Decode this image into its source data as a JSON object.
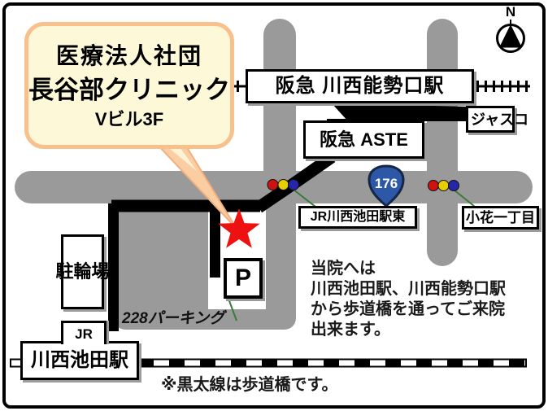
{
  "callout": {
    "line1": "医療法人社団",
    "line2": "長谷部クリニック",
    "line3": "Vビル3F"
  },
  "compass": {
    "label": "N"
  },
  "stations": {
    "hankyu": "阪急 川西能勢口駅",
    "aste": "阪急 ASTE",
    "jusco": "ジャスコ",
    "jr_prefix": "JR",
    "jr_name": "川西池田駅"
  },
  "intersections": {
    "jr_east": "JR川西池田駅東",
    "obana": "小花一丁目"
  },
  "facilities": {
    "bicycle_parking": "駐輪場",
    "parking_sign": "P",
    "parking_name": "228パーキング"
  },
  "route_badge": {
    "number": "176"
  },
  "directions": {
    "lines": [
      "当院へは",
      "川西池田駅、川西能勢口駅",
      "から歩道橋を通ってご来院",
      "出来ます。"
    ]
  },
  "legend": {
    "note": "※黒太線は歩道橋です。"
  },
  "colors": {
    "road_gray": "#9A9A9A",
    "bridge_black": "#000000",
    "bubble_fill": "#FDF8D8",
    "bubble_border": "#F7C08C",
    "star_red": "#ED1111",
    "route_badge_blue": "#2D57A7",
    "traffic_red": "#CE1212",
    "traffic_yellow": "#E6CE00",
    "traffic_blue": "#2526A9",
    "connector_green": "#3A7A3A"
  }
}
